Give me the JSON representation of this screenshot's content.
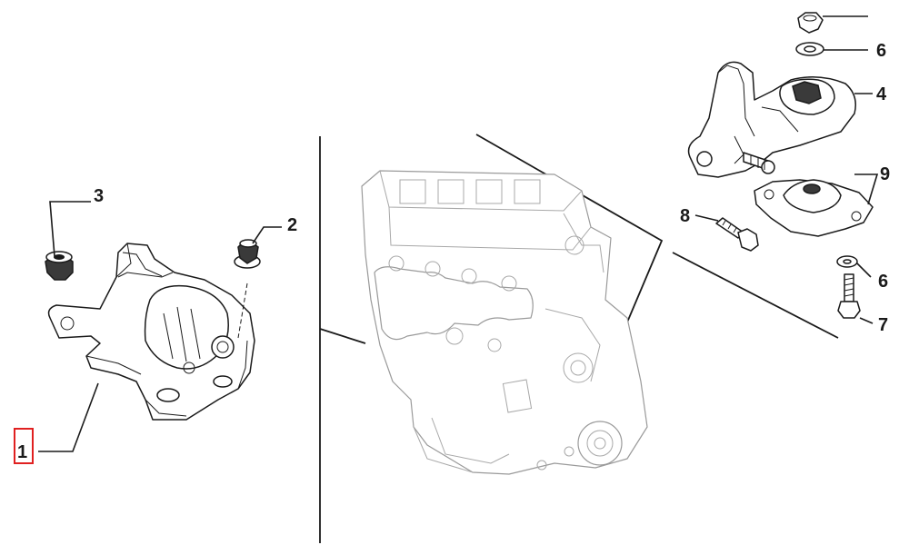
{
  "callouts": {
    "c1": "1",
    "c2": "2",
    "c3": "3",
    "c4": "4",
    "c6a": "6",
    "c6b": "6",
    "c7": "7",
    "c8": "8",
    "c9": "9"
  },
  "highlighted_part": "1",
  "colors": {
    "highlight": "#e02020",
    "line": "#1a1a1a",
    "engine_line": "#9a9a9a"
  }
}
